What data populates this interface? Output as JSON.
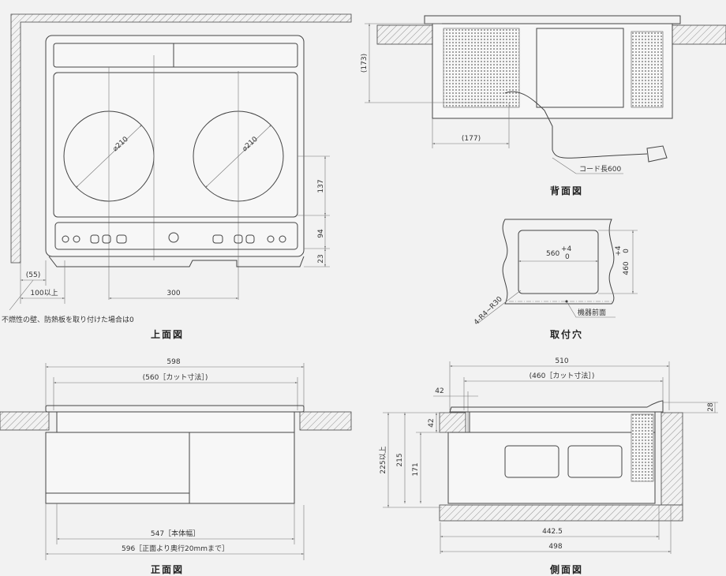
{
  "top_view": {
    "title": "上面図",
    "burner_left": "⌀210",
    "burner_right": "⌀210",
    "dim_137": "137",
    "dim_94": "94",
    "dim_23": "23",
    "dim_55": "(55)",
    "dim_100": "100以上",
    "dim_300": "300",
    "note": "不燃性の壁、防熱板を取り付けた場合は0"
  },
  "rear_view": {
    "title": "背面図",
    "dim_173": "(173)",
    "dim_177": "(177)",
    "cord_label": "コード長600"
  },
  "cutout": {
    "title": "取付穴",
    "width": "560",
    "width_tol_plus": "+4",
    "width_tol_minus": "0",
    "depth": "460",
    "depth_tol_plus": "+4",
    "depth_tol_minus": "0",
    "corner": "4-R4~R30",
    "front_label": "機器前面"
  },
  "front_view": {
    "title": "正面図",
    "dim_598": "598",
    "dim_560": "(560［カット寸法］)",
    "dim_547": "547［本体幅］",
    "dim_596": "596［正面より奥行20mmまで］"
  },
  "side_view": {
    "title": "側面図",
    "dim_510": "510",
    "dim_460": "(460［カット寸法］)",
    "dim_42_top": "42",
    "dim_28": "28",
    "dim_42_v": "42",
    "dim_225": "225以上",
    "dim_215": "215",
    "dim_171": "171",
    "dim_442": "442.5",
    "dim_498": "498"
  }
}
